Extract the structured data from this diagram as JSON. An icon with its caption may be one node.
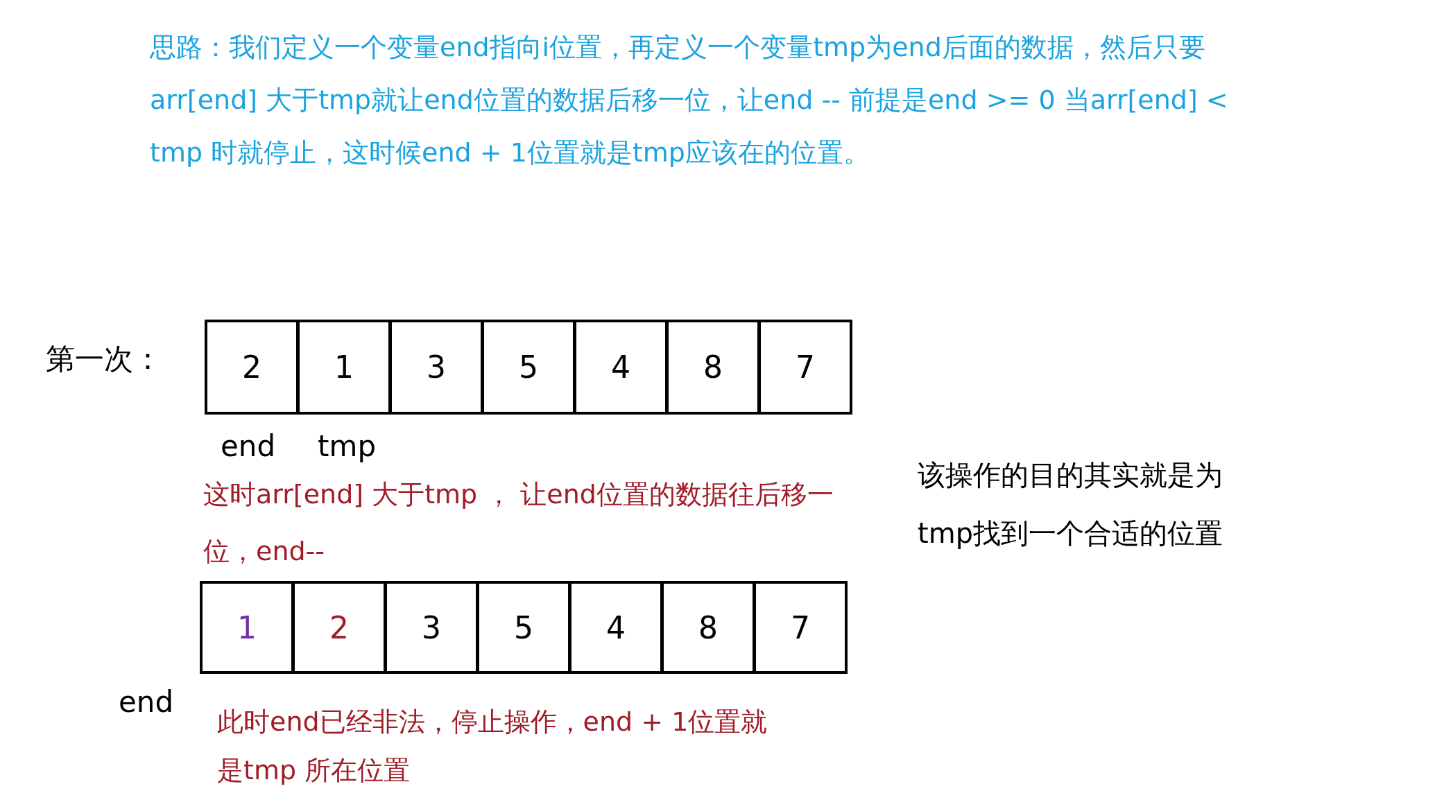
{
  "diagram": {
    "nodes": [
      {
        "text": [
          "2"
        ]
      },
      {
        "text": [
          "1"
        ]
      },
      {
        "text": [
          "3"
        ]
      },
      {
        "text": [
          "5"
        ]
      },
      {
        "text": [
          "4"
        ]
      },
      {
        "text": [
          "8"
        ]
      },
      {
        "text": [
          "7"
        ]
      },
      {
        "text": [
          "1"
        ]
      },
      {
        "text": [
          "2"
        ]
      },
      {
        "text": [
          "3"
        ]
      },
      {
        "text": [
          "5"
        ]
      },
      {
        "text": [
          "4"
        ]
      },
      {
        "text": [
          "8"
        ]
      },
      {
        "text": [
          "7"
        ]
      }
    ],
    "labels": [
      "思路：我们定义一个变量end指向i位置，再定义一个变量tmp为end后面的数据，然后只要arr[end] 大于tmp就让end位置的数据后移一位，让end -- 前提是end >= 0 当arr[end] < tmp 时就停止，这时候end + 1位置就是tmp应该在的位置。",
      "第一次：",
      "end",
      "tmp",
      "这时arr[end] 大于tmp ， 让end位置的数据往后移一位，end--",
      "end",
      "此时end已经非法，停止操作，end + 1位置就是tmp 所在位置",
      "该操作的目的其实就是为tmp找到一个合适的位置"
    ]
  }
}
